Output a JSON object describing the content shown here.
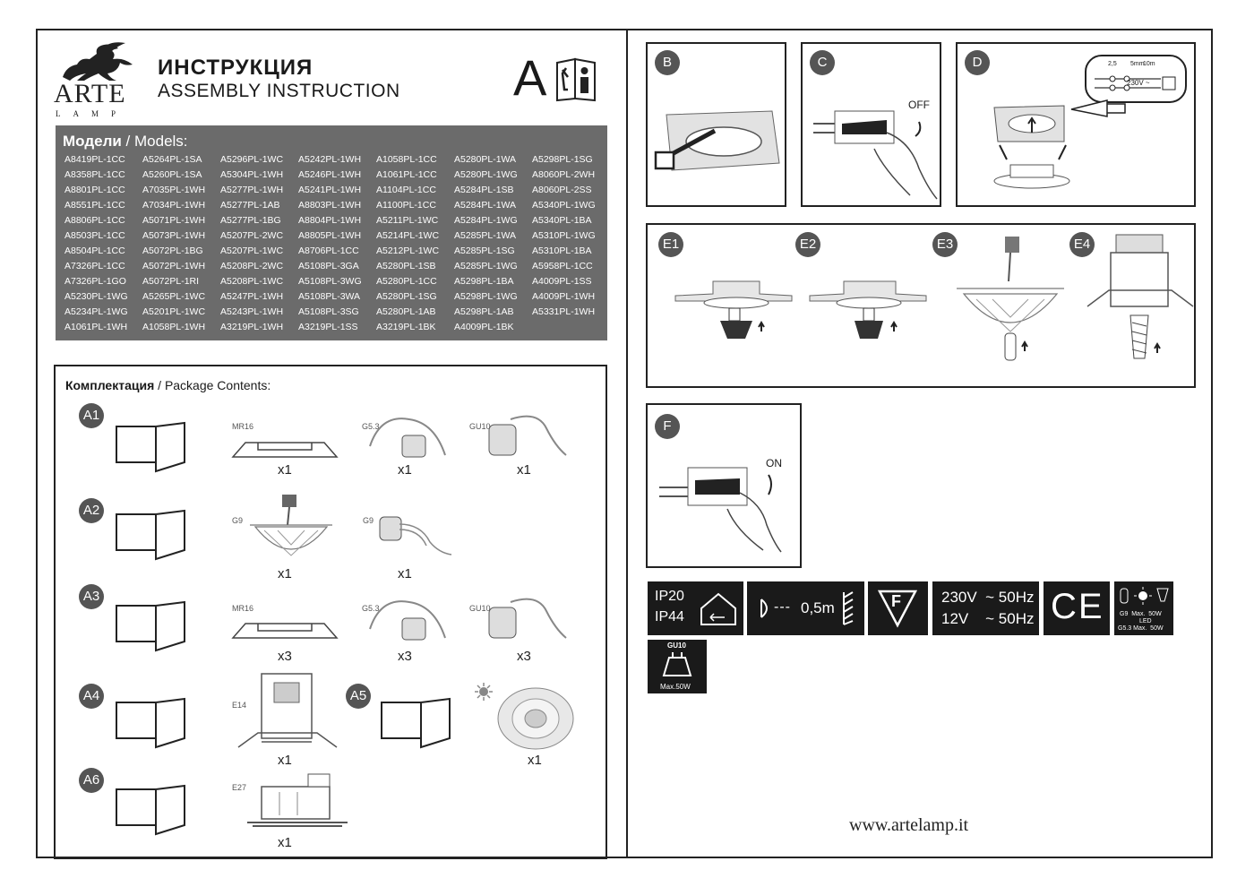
{
  "header": {
    "brand": "ARTE",
    "brand_sub": "LAMP",
    "title_ru": "ИНСТРУКЦИЯ",
    "title_en": "ASSEMBLY INSTRUCTION",
    "doc_letter": "A",
    "info_glyph": "i"
  },
  "models": {
    "label_ru": "Модели",
    "label_sep": " / ",
    "label_en": "Models:",
    "columns": [
      [
        "A8419PL-1CC",
        "A8358PL-1CC",
        "A8801PL-1CC",
        "A8551PL-1CC",
        "A8806PL-1CC",
        "A8503PL-1CC",
        "A8504PL-1CC",
        "A7326PL-1CC",
        "A7326PL-1GO",
        "A5230PL-1WG",
        "A5234PL-1WG",
        "A1061PL-1WH"
      ],
      [
        "A5264PL-1SA",
        "A5260PL-1SA",
        "A7035PL-1WH",
        "A7034PL-1WH",
        "A5071PL-1WH",
        "A5073PL-1WH",
        "A5072PL-1BG",
        "A5072PL-1WH",
        "A5072PL-1RI",
        "A5265PL-1WC",
        "A5201PL-1WC",
        "A1058PL-1WH"
      ],
      [
        "A5296PL-1WC",
        "A5304PL-1WH",
        "A5277PL-1WH",
        "A5277PL-1AB",
        "A5277PL-1BG",
        "A5207PL-2WC",
        "A5207PL-1WC",
        "A5208PL-2WC",
        "A5208PL-1WC",
        "A5247PL-1WH",
        "A5243PL-1WH",
        "A3219PL-1WH"
      ],
      [
        "A5242PL-1WH",
        "A5246PL-1WH",
        "A5241PL-1WH",
        "A8803PL-1WH",
        "A8804PL-1WH",
        "A8805PL-1WH",
        "A8706PL-1CC",
        "A5108PL-3GA",
        "A5108PL-3WG",
        "A5108PL-3WA",
        "A5108PL-3SG",
        "A3219PL-1SS"
      ],
      [
        "A1058PL-1CC",
        "A1061PL-1CC",
        "A1104PL-1CC",
        "A1100PL-1CC",
        "A5211PL-1WC",
        "A5214PL-1WC",
        "A5212PL-1WC",
        "A5280PL-1SB",
        "A5280PL-1CC",
        "A5280PL-1SG",
        "A5280PL-1AB",
        "A3219PL-1BK"
      ],
      [
        "A5280PL-1WA",
        "A5280PL-1WG",
        "A5284PL-1SB",
        "A5284PL-1WA",
        "A5284PL-1WG",
        "A5285PL-1WA",
        "A5285PL-1SG",
        "A5285PL-1WG",
        "A5298PL-1BA",
        "A5298PL-1WG",
        "A5298PL-1AB",
        "A4009PL-1BK"
      ],
      [
        "A5298PL-1SG",
        "A8060PL-2WH",
        "A8060PL-2SS",
        "A5340PL-1WG",
        "A5340PL-1BA",
        "A5310PL-1WG",
        "A5310PL-1BA",
        "A5958PL-1CC",
        "A4009PL-1SS",
        "A4009PL-1WH",
        "A5331PL-1WH"
      ]
    ]
  },
  "package": {
    "title_ru": "Комплектация",
    "title_sep": " / ",
    "title_en": "Package Contents:",
    "rows": [
      {
        "id": "A1",
        "items": [
          {
            "label": "MR16",
            "qty": "x1"
          },
          {
            "label": "G5.3",
            "qty": "x1"
          },
          {
            "label": "GU10",
            "qty": "x1"
          }
        ]
      },
      {
        "id": "A2",
        "items": [
          {
            "label": "G9",
            "qty": "x1"
          },
          {
            "label": "G9",
            "qty": "x1"
          }
        ]
      },
      {
        "id": "A3",
        "items": [
          {
            "label": "MR16",
            "qty": "x3"
          },
          {
            "label": "G5.3",
            "qty": "x3"
          },
          {
            "label": "GU10",
            "qty": "x3"
          }
        ]
      },
      {
        "id": "A4",
        "items": [
          {
            "label": "E14",
            "qty": "x1"
          }
        ]
      },
      {
        "id": "A5",
        "items": [
          {
            "label": "",
            "qty": "x1"
          }
        ]
      },
      {
        "id": "A6",
        "items": [
          {
            "label": "E27",
            "qty": "x1"
          }
        ]
      }
    ]
  },
  "steps": {
    "B": "B",
    "C": "C",
    "D": "D",
    "E1": "E1",
    "E2": "E2",
    "E3": "E3",
    "E4": "E4",
    "F": "F",
    "off_label": "OFF",
    "on_label": "ON",
    "wiring_values": [
      "2,5",
      "5mm",
      "10m",
      "230V ~"
    ]
  },
  "symbols": {
    "ip1": "IP20",
    "ip2": "IP44",
    "distance": "0,5m",
    "fuse_letter": "F",
    "voltage1": "230V  ~ 50Hz",
    "voltage2": "12V    ~ 50Hz",
    "ce": "CE",
    "lamp_max1": "G9  Max.  50W",
    "lamp_max2": "LED",
    "lamp_max3": "G5.3 Max.  50W",
    "gu10_label": "GU10",
    "gu10_max": "Max.50W"
  },
  "footer": {
    "url": "www.artelamp.it"
  }
}
